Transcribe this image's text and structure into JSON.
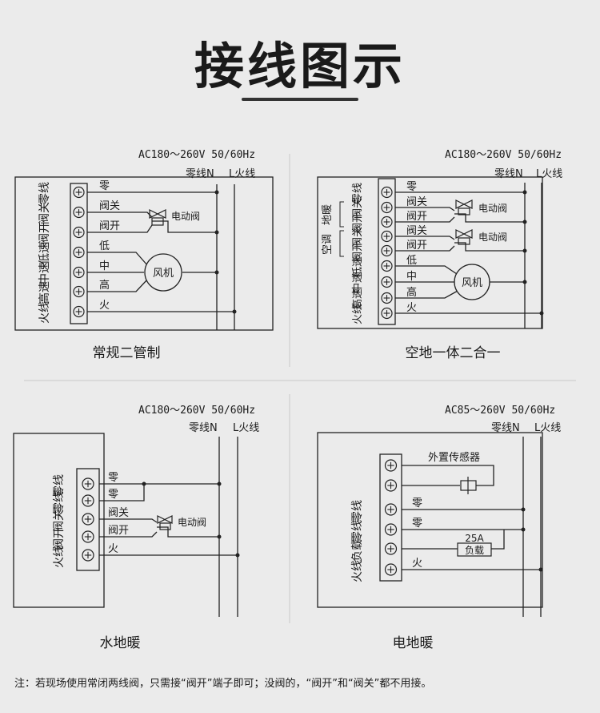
{
  "title": "接线图示",
  "note": "注：若现场使用常闭两线阀，只需接“阀开”端子即可；没阀的，“阀开”和“阀关”都不用接。",
  "panels": {
    "p1": {
      "caption": "常规二管制",
      "supply": "AC180～260V 50/60Hz",
      "neutral": "零线N",
      "live": "L火线",
      "side_labels": [
        "零线",
        "阀关",
        "阀开",
        "低速",
        "中速",
        "高速",
        "火线"
      ],
      "wire_labels": [
        "零",
        "阀关",
        "阀开",
        "低",
        "中",
        "高",
        "火"
      ],
      "valve": "电动阀",
      "fan": "风机"
    },
    "p2": {
      "caption": "空地一体二合一",
      "supply": "AC180～260V 50/60Hz",
      "neutral": "零线N",
      "live": "L火线",
      "side_labels": [
        "零线",
        "阀关",
        "阀开",
        "阀关",
        "阀开",
        "低速",
        "中速",
        "高速",
        "火线"
      ],
      "group_labels": [
        "地暖",
        "空调"
      ],
      "wire_labels": [
        "零",
        "阀关",
        "阀开",
        "阀关",
        "阀开",
        "低",
        "中",
        "高",
        "火"
      ],
      "valve": "电动阀",
      "fan": "风机"
    },
    "p3": {
      "caption": "水地暖",
      "supply": "AC180～260V 50/60Hz",
      "neutral": "零线N",
      "live": "L火线",
      "side_labels": [
        "零线",
        "零线",
        "阀关",
        "阀开",
        "火线"
      ],
      "wire_labels": [
        "零",
        "零",
        "阀关",
        "阀开",
        "火"
      ],
      "valve": "电动阀"
    },
    "p4": {
      "caption": "电地暖",
      "supply": "AC85～260V 50/60Hz",
      "neutral": "零线N",
      "live": "L火线",
      "side_labels": [
        "零线",
        "零线",
        "负载",
        "火线"
      ],
      "wire_labels": [
        "零",
        "零",
        "火"
      ],
      "sensor": "外置传感器",
      "rating": "25A",
      "load": "负载"
    }
  }
}
